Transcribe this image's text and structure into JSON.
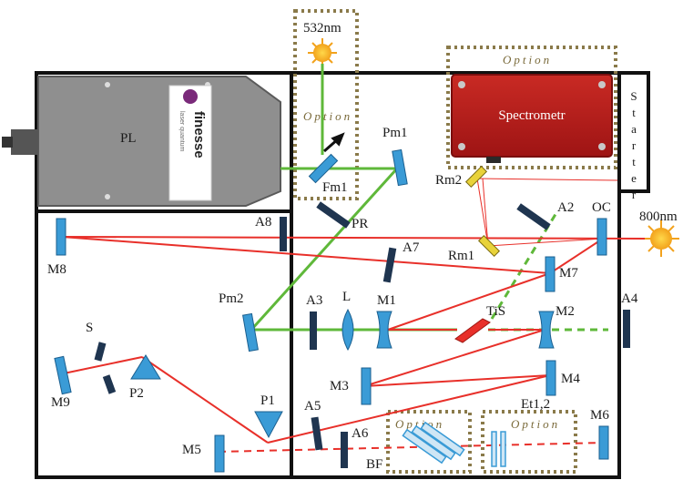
{
  "colors": {
    "frame": "#111111",
    "laser_red": "#e8302a",
    "pump_green": "#5fb83a",
    "optic_blue": "#3a9bd6",
    "aperture_navy": "#1f3550",
    "option_box": "#8a7a4a",
    "spectrometer": "#b81c1c",
    "pump_laser_body": "#8f8f8f",
    "sun": "#f2a21c",
    "crystal": "#e8302a",
    "etalon": "#3a9bd6"
  },
  "labels": {
    "source_532": "532nm",
    "pump_laser": "PL",
    "brand": "finesse",
    "brand_small": "laser quantum",
    "option_top": "Option",
    "option_spec": "Option",
    "option_bf": "Option",
    "option_et": "Option",
    "spectrometer": "Spectrometr",
    "starter": "Starter",
    "out_800": "800nm",
    "Pm1": "Pm1",
    "Fm1": "Fm1",
    "PR": "PR",
    "Pm2": "Pm2",
    "Rm2": "Rm2",
    "Rm1": "Rm1",
    "A2": "A2",
    "OC": "OC",
    "A8": "A8",
    "M8": "M8",
    "A7": "A7",
    "M7": "M7",
    "A3": "A3",
    "L": "L",
    "M1": "M1",
    "TiS": "TiS",
    "M2": "M2",
    "A4": "A4",
    "S": "S",
    "P2": "P2",
    "M9": "M9",
    "M3": "M3",
    "M4": "M4",
    "P1": "P1",
    "A5": "A5",
    "A6": "A6",
    "Et": "Et1,2",
    "M6": "M6",
    "M5": "M5",
    "BF": "BF"
  }
}
